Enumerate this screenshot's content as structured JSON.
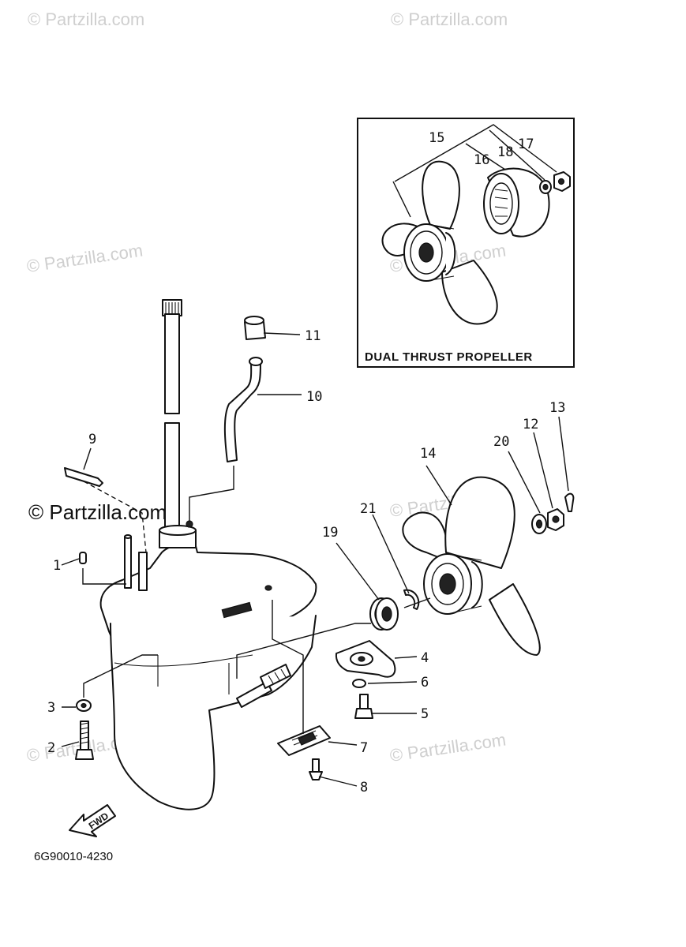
{
  "watermark": "© Partzilla.com",
  "inset": {
    "title": "DUAL THRUST PROPELLER"
  },
  "direction_label": "FWD",
  "drawing_code": "6G90010-4230",
  "callouts": {
    "c1": "1",
    "c2": "2",
    "c3": "3",
    "c4": "4",
    "c5": "5",
    "c6": "6",
    "c7": "7",
    "c8": "8",
    "c9": "9",
    "c10": "10",
    "c11": "11",
    "c12": "12",
    "c13": "13",
    "c14": "14",
    "c15": "15",
    "c16": "16",
    "c17": "17",
    "c18": "18",
    "c19": "19",
    "c20": "20",
    "c21": "21"
  }
}
